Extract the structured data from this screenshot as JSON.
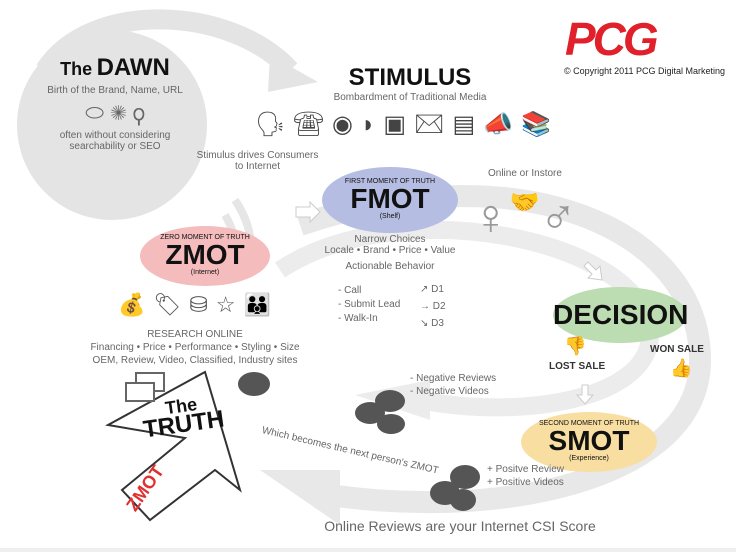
{
  "logo": {
    "text": "PCG",
    "color": "#e0202a"
  },
  "copyright": "© Copyright 2011 PCG Digital Marketing",
  "dawn": {
    "title_small": "The",
    "title_big": "DAWN",
    "subtitle": "Birth of the Brand, Name, URL",
    "note_line1": "often without considering",
    "note_line2": "searchability or SEO"
  },
  "stimulus": {
    "title": "STIMULUS",
    "subtitle": "Bombardment of Traditional Media",
    "drives_line1": "Stimulus drives Consumers",
    "drives_line2": "to Internet"
  },
  "fmot": {
    "top": "FIRST MOMENT OF TRUTH",
    "title": "FMOT",
    "sub": "(Shelf)",
    "color": "#b5bde2",
    "narrow": "Narrow Choices",
    "factors": "Locale • Brand • Price • Value",
    "actionable": "Actionable Behavior",
    "actions": [
      "- Call",
      "- Submit Lead",
      "- Walk-In"
    ],
    "decisions": [
      "↗ D1",
      "→ D2",
      "↘ D3"
    ]
  },
  "online_instore": "Online or Instore",
  "zmot": {
    "top": "ZERO MOMENT OF TRUTH",
    "title": "ZMOT",
    "sub": "(Internet)",
    "color": "#f4bcbc",
    "research": "RESEARCH ONLINE",
    "factors": "Financing • Price • Performance • Styling • Size",
    "sites": "OEM, Review, Video, Classified, Industry sites"
  },
  "decision": {
    "title": "DECISION",
    "color": "#bcdcb2",
    "lost": "LOST SALE",
    "won": "WON SALE"
  },
  "smot": {
    "top": "SECOND MOMENT OF TRUTH",
    "title": "SMOT",
    "sub": "(Experience)",
    "color": "#f8dea0"
  },
  "negative": [
    "- Negative Reviews",
    "- Negative Videos"
  ],
  "positive": [
    "+ Positve Review",
    "+ Positive Videos"
  ],
  "next_zmot": "Which becomes the next person's ZMOT",
  "truth": {
    "small": "The",
    "big": "TRUTH",
    "badge": "ZMOT"
  },
  "caption": "Online Reviews are your Internet CSI Score"
}
